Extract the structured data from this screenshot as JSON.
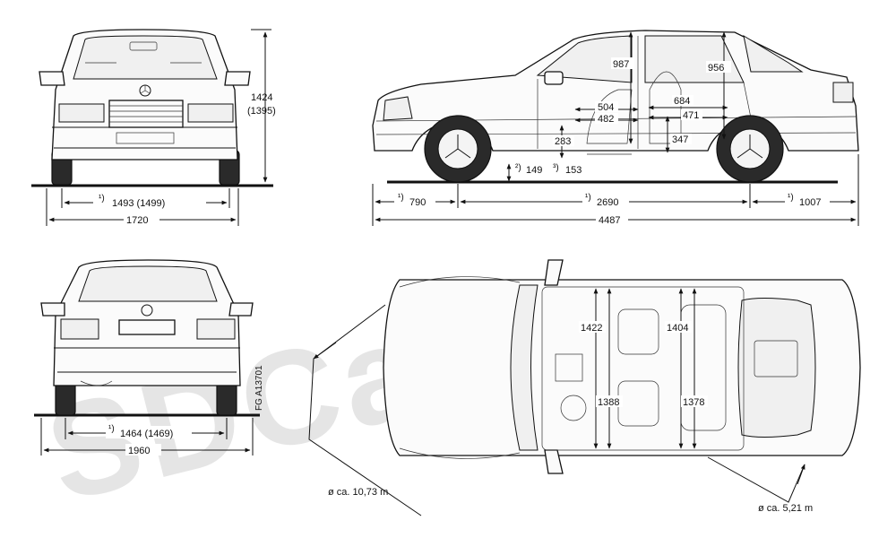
{
  "watermark": "SDCar.ru",
  "front_view": {
    "height": "1424",
    "height_alt": "(1395)",
    "front_track_note": "¹)",
    "front_track": "1493 (1499)",
    "width": "1720"
  },
  "side_view": {
    "front_headroom": "987",
    "rear_headroom": "956",
    "rear_legroom_upper": "684",
    "front_legroom_upper": "504",
    "front_legroom_lower": "482",
    "rear_legroom_lower": "471",
    "front_seat_height": "283",
    "rear_seat_height": "347",
    "ground_clearance_note": "²)",
    "ground_clearance": "149",
    "ground_clearance_alt_note": "³)",
    "ground_clearance_alt": "153",
    "front_overhang_note": "¹)",
    "front_overhang": "790",
    "wheelbase_note": "¹)",
    "wheelbase": "2690",
    "rear_overhang_note": "¹)",
    "rear_overhang": "1007",
    "length": "4487"
  },
  "rear_view": {
    "drawing_code": "FG A13701",
    "rear_track_note": "¹)",
    "rear_track": "1464 (1469)",
    "width_mirrors": "1960"
  },
  "top_view": {
    "front_shoulder_width": "1422",
    "rear_shoulder_width": "1404",
    "front_elbow_width": "1388",
    "rear_elbow_width": "1378",
    "turning_circle": "ø ca. 10,73 m",
    "wall_circle": "ø ca. 5,21 m"
  }
}
